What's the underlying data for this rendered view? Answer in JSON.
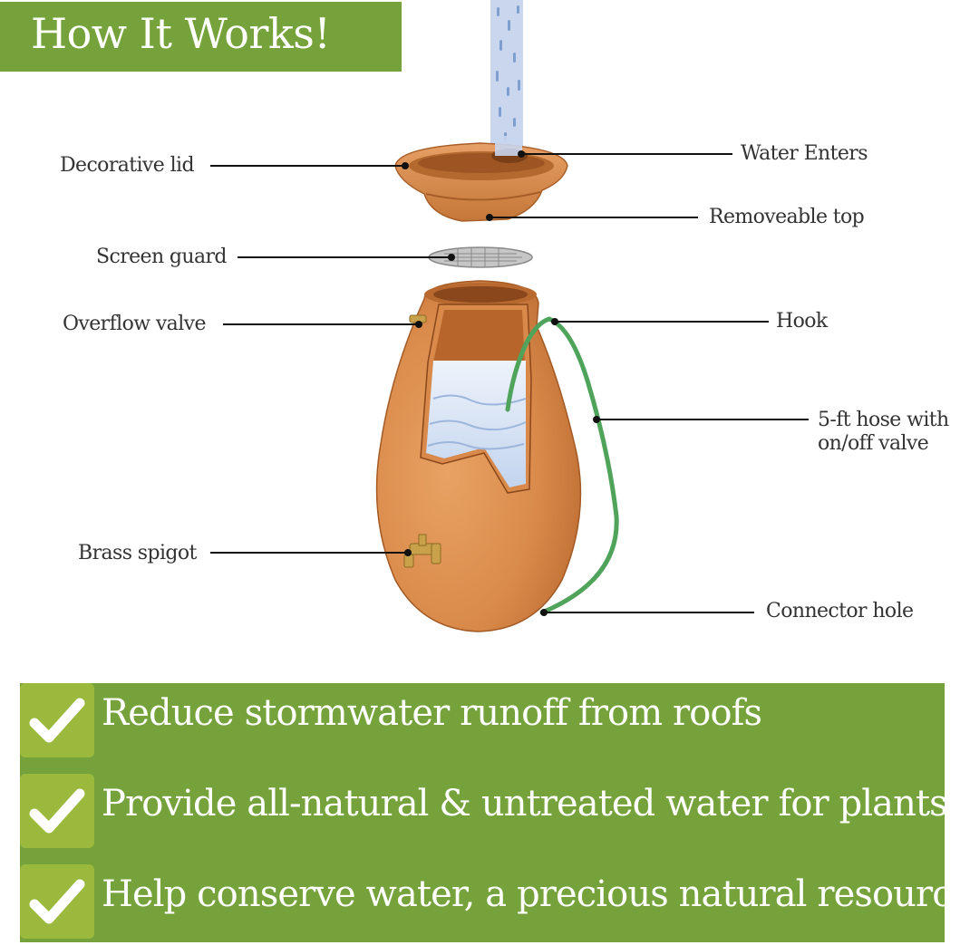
{
  "header": {
    "title": "How It Works!"
  },
  "diagram": {
    "labels": {
      "decorative_lid": "Decorative lid",
      "water_enters": "Water Enters",
      "removeable_top": "Removeable top",
      "screen_guard": "Screen guard",
      "overflow_valve": "Overflow valve",
      "hook": "Hook",
      "hose_line1": "5-ft hose with",
      "hose_line2": "on/off valve",
      "brass_spigot": "Brass spigot",
      "connector_hole": "Connector hole"
    }
  },
  "benefits": [
    {
      "text": "Reduce stormwater runoff from roofs",
      "icon": "checkmark-icon"
    },
    {
      "text": "Provide all-natural & untreated water for plants",
      "icon": "checkmark-icon"
    },
    {
      "text": "Help conserve water, a precious natural resource",
      "icon": "checkmark-icon"
    }
  ],
  "colors": {
    "brand_green": "#76a23c",
    "check_green": "#9ab93d",
    "terracotta": "#d98a4a",
    "hose_green": "#4fa35a",
    "water_blue": "#c7d8ee"
  }
}
